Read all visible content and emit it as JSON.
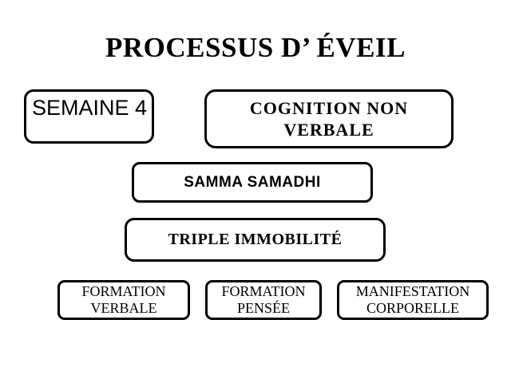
{
  "slide": {
    "title": "PROCESSUS D’ ÉVEIL",
    "colors": {
      "background": "#ffffff",
      "border": "#000000",
      "text": "#000000"
    }
  },
  "nodes": {
    "semaine": {
      "label": "SEMAINE 4"
    },
    "cognition": {
      "lines": [
        "COGNITION NON",
        "VERBALE"
      ]
    },
    "samadhi": {
      "label": "SAMMA SAMADHI"
    },
    "immobilite": {
      "label": "TRIPLE IMMOBILITÉ"
    },
    "formation_verbale": {
      "lines": [
        "FORMATION",
        "VERBALE"
      ]
    },
    "formation_pensee": {
      "lines": [
        "FORMATION",
        "PENSÉE"
      ]
    },
    "manifestation": {
      "lines": [
        "MANIFESTATION",
        "CORPORELLE"
      ]
    }
  }
}
